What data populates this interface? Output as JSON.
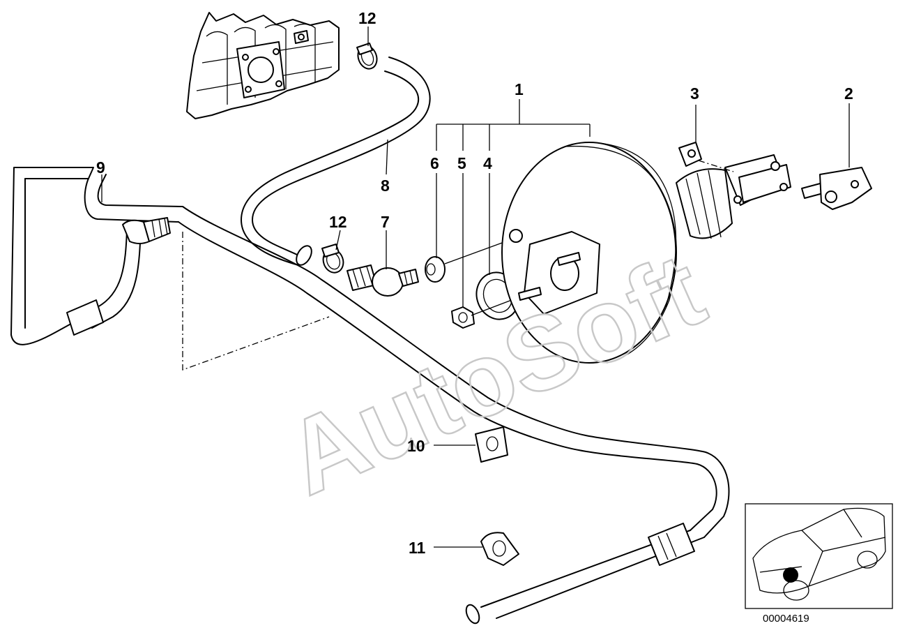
{
  "watermark": "AutoSoft",
  "document_number": "00004619",
  "callouts": {
    "c1": "1",
    "c2": "2",
    "c3": "3",
    "c4": "4",
    "c5": "5",
    "c6": "6",
    "c7": "7",
    "c8": "8",
    "c9": "9",
    "c10": "10",
    "c11": "11",
    "c12a": "12",
    "c12b": "12"
  },
  "colors": {
    "line": "#000000",
    "background": "#ffffff",
    "watermark": "#c8c8c8",
    "locator_dot": "#000000"
  }
}
